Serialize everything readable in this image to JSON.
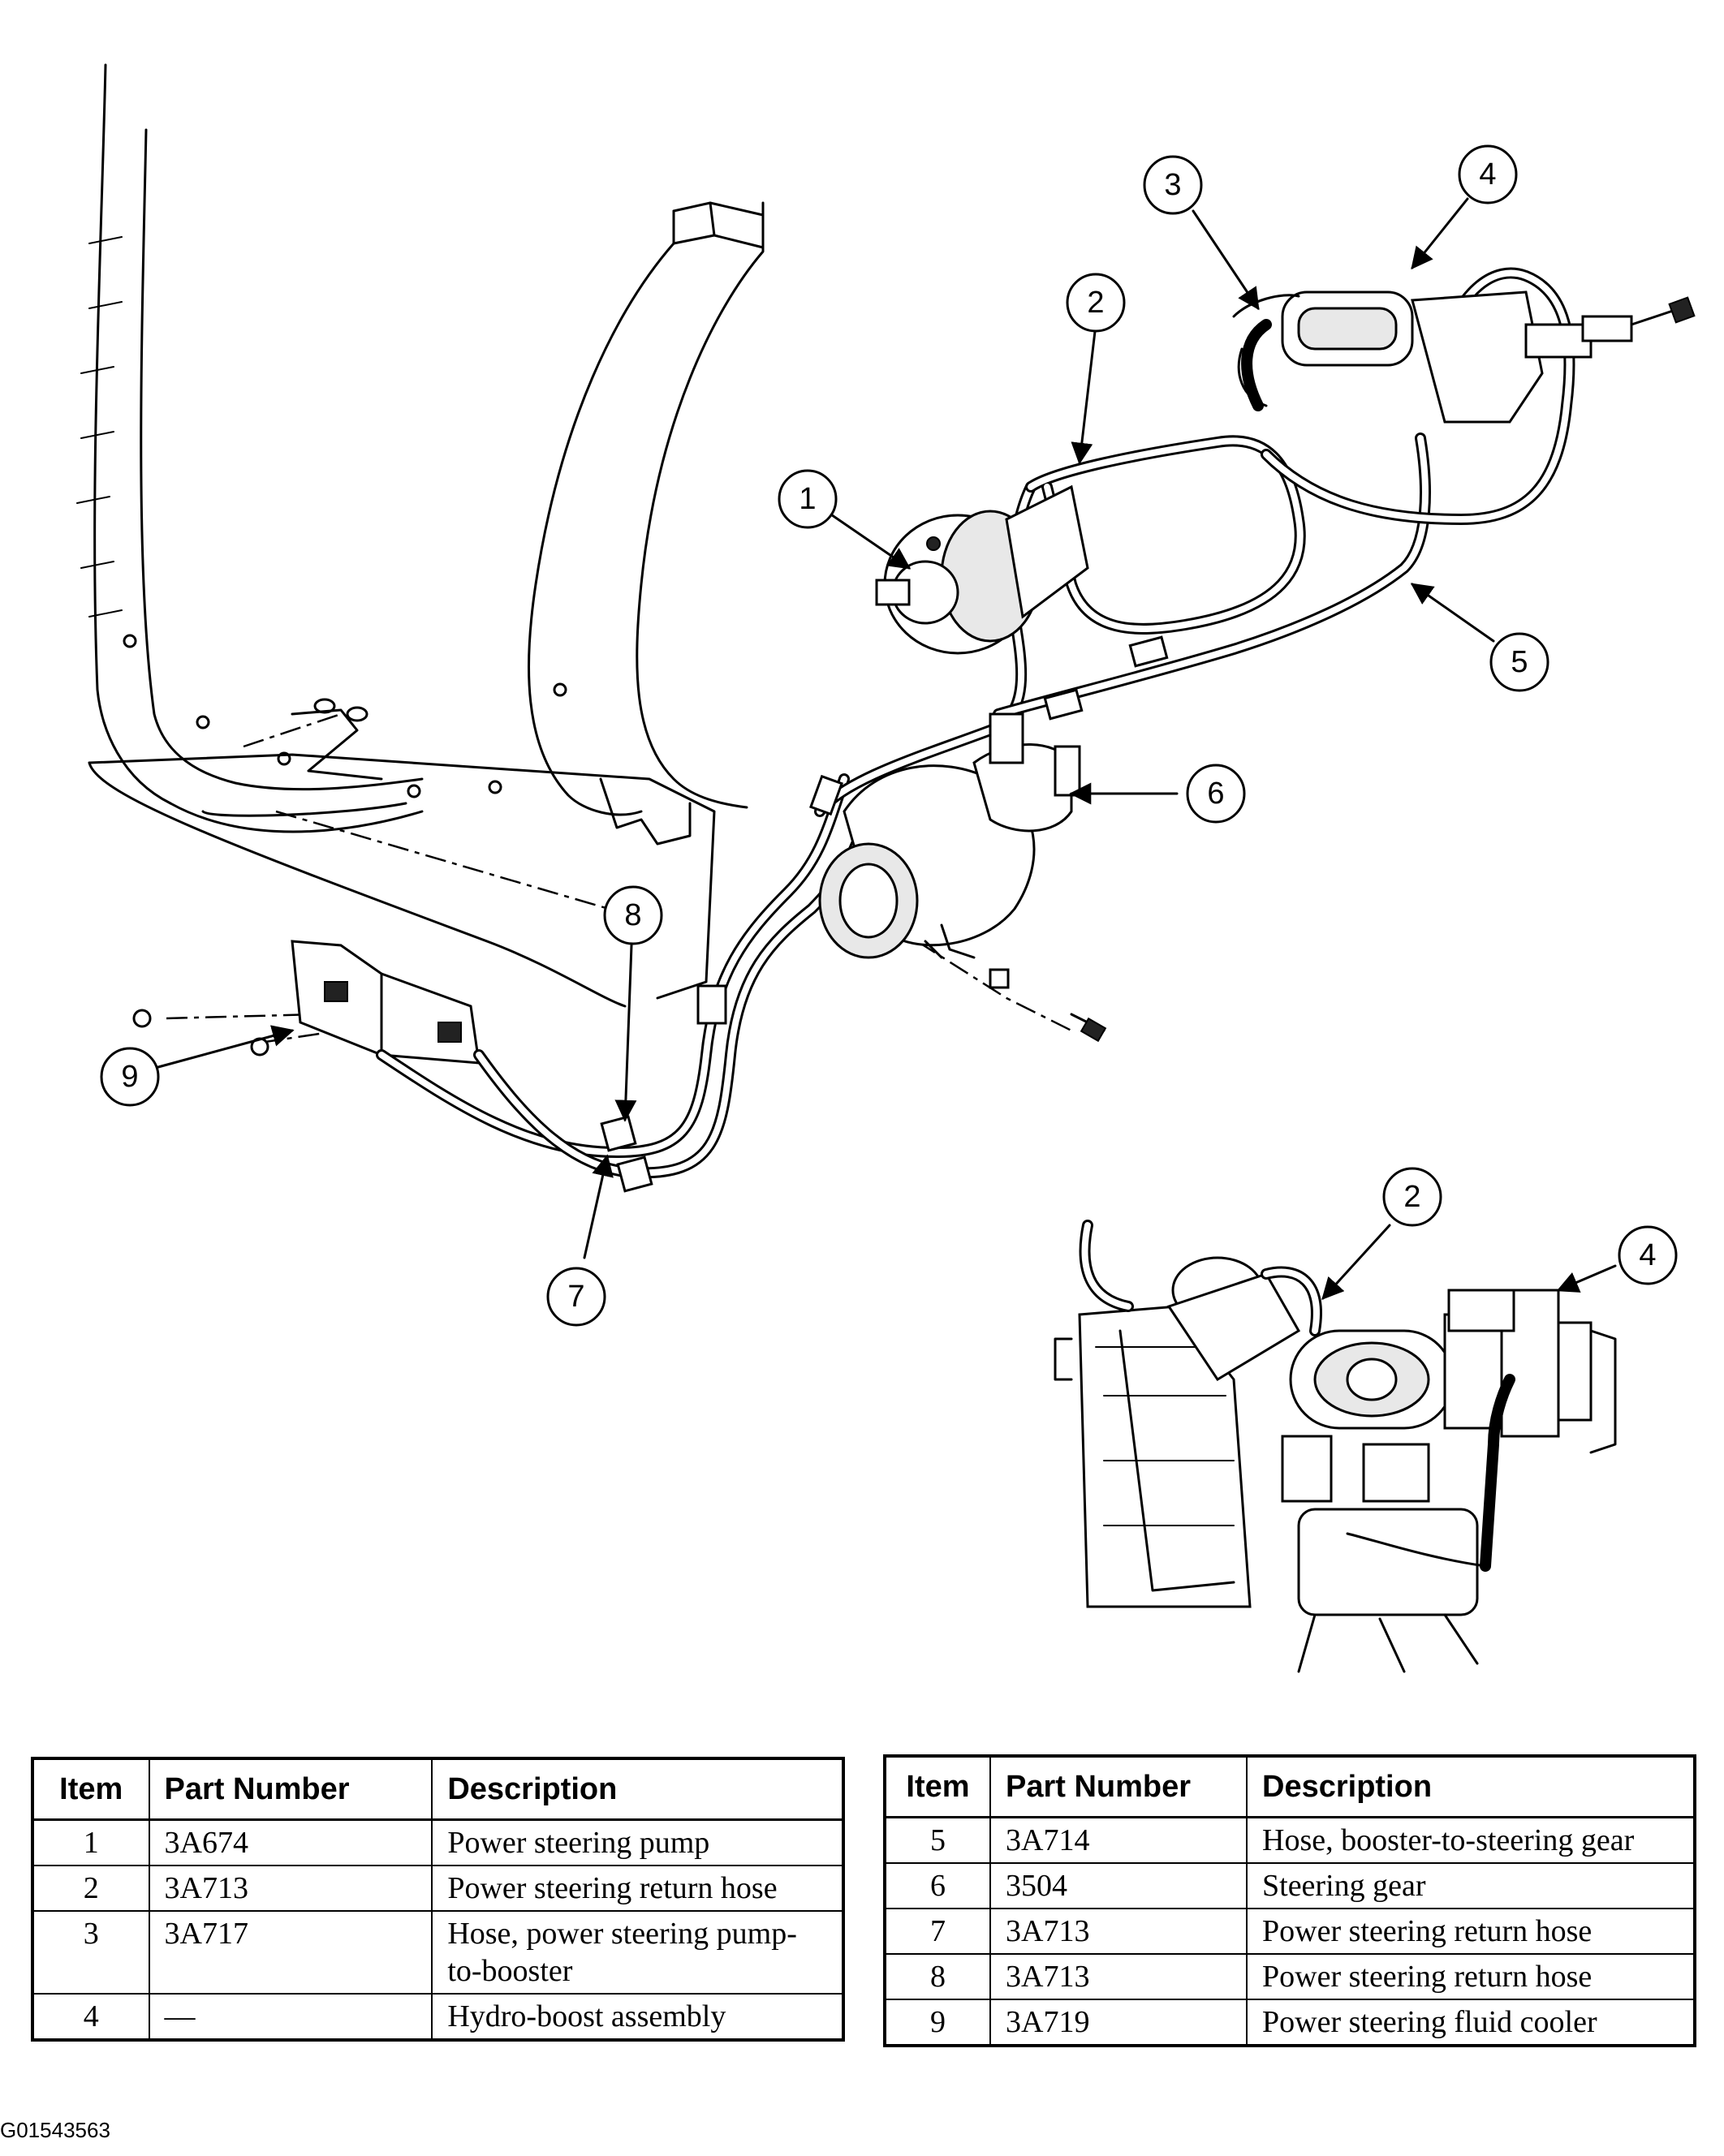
{
  "callouts": [
    "1",
    "2",
    "3",
    "4",
    "5",
    "6",
    "7",
    "8",
    "9",
    "2",
    "4"
  ],
  "tables": {
    "headers": {
      "item": "Item",
      "part_number": "Part Number",
      "description": "Description"
    },
    "left": [
      {
        "item": "1",
        "part_number": "3A674",
        "description": "Power steering pump"
      },
      {
        "item": "2",
        "part_number": "3A713",
        "description": "Power steering return hose"
      },
      {
        "item": "3",
        "part_number": "3A717",
        "description": "Hose, power steering pump-to-booster"
      },
      {
        "item": "4",
        "part_number": "—",
        "description": "Hydro-boost assembly"
      }
    ],
    "right": [
      {
        "item": "5",
        "part_number": "3A714",
        "description": "Hose, booster-to-steering gear"
      },
      {
        "item": "6",
        "part_number": "3504",
        "description": "Steering gear"
      },
      {
        "item": "7",
        "part_number": "3A713",
        "description": "Power steering return hose"
      },
      {
        "item": "8",
        "part_number": "3A713",
        "description": "Power steering return hose"
      },
      {
        "item": "9",
        "part_number": "3A719",
        "description": "Power steering fluid cooler"
      }
    ]
  },
  "figure_id": "G01543563"
}
